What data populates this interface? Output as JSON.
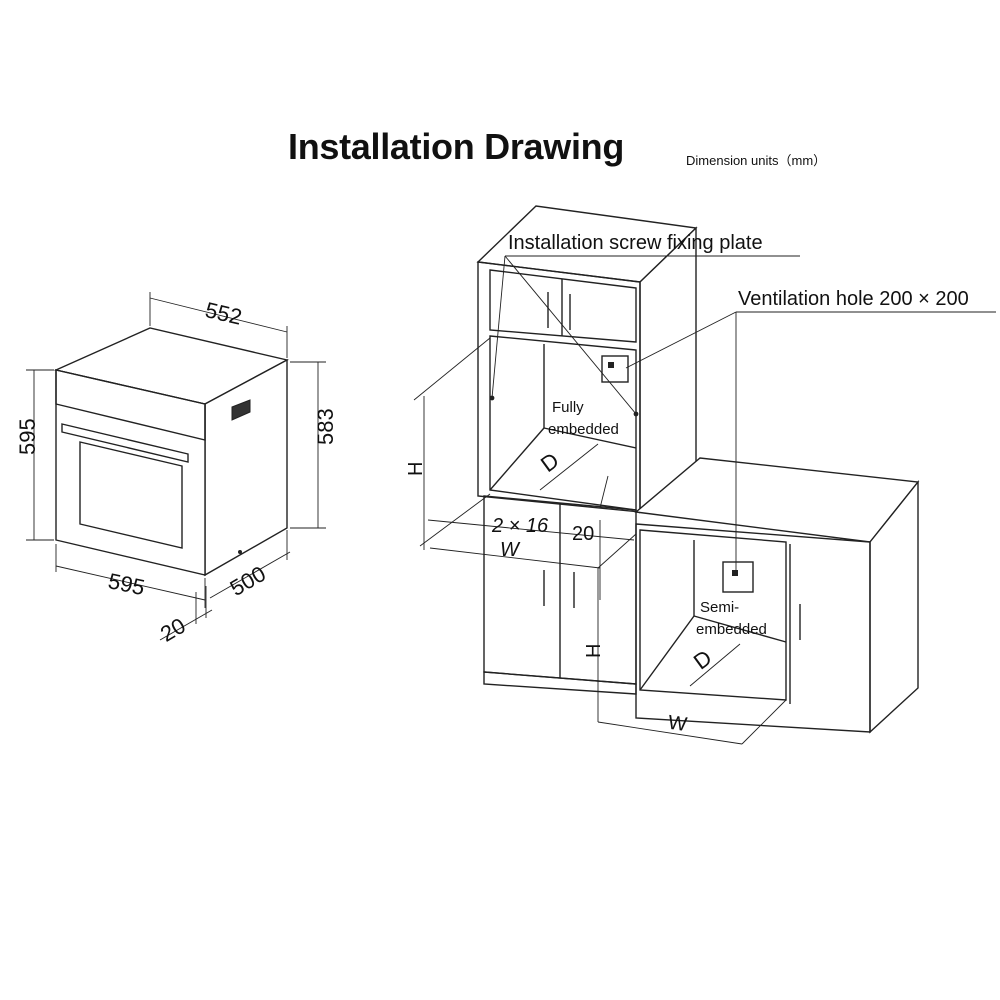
{
  "header": {
    "title": "Installation Drawing",
    "units": "Dimension units（mm）"
  },
  "oven_dimensions": {
    "top_depth": "552",
    "front_height": "595",
    "side_height": "583",
    "front_width": "595",
    "side_depth": "500",
    "door_thickness": "20"
  },
  "labels": {
    "screw_plate": "Installation screw fixing plate",
    "ventilation": "Ventilation hole 200 × 200",
    "fully_line1": "Fully",
    "fully_line2": "embedded",
    "semi_line1": "Semi-",
    "semi_line2": "embedded"
  },
  "install_dimensions": {
    "tall_H": "H",
    "tall_D": "D",
    "tall_W": "W",
    "gap_2x16": "2 × 16",
    "gap_20": "20",
    "under_H": "H",
    "under_D": "D",
    "under_W": "W"
  }
}
